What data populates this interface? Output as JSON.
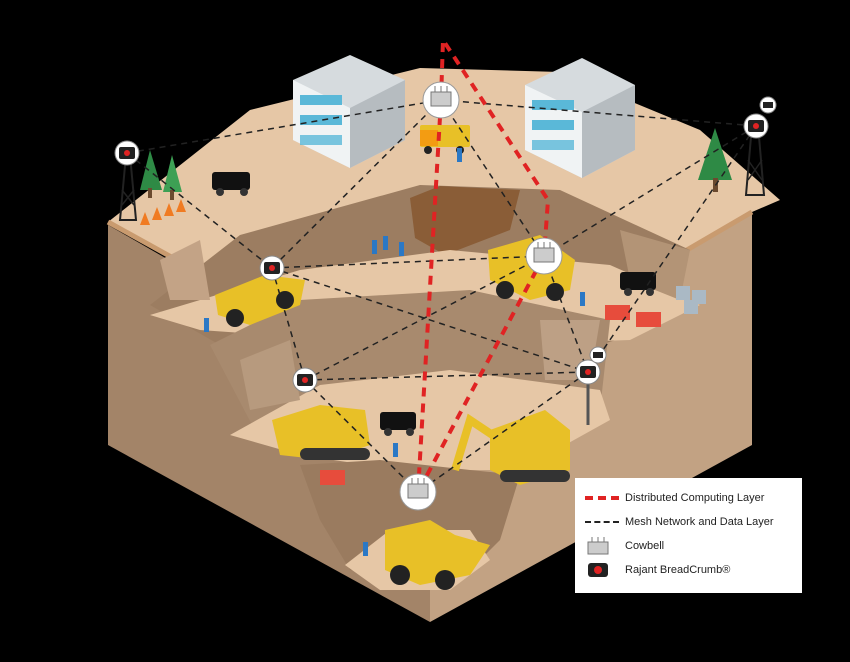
{
  "legend": {
    "items": [
      {
        "label": "Distributed Computing Layer",
        "symbol": "red-dashed-line"
      },
      {
        "label": "Mesh Network and Data Layer",
        "symbol": "black-dashed-line"
      },
      {
        "label": "Cowbell",
        "symbol": "cowbell-icon"
      },
      {
        "label": "Rajant BreadCrumb®",
        "symbol": "breadcrumb-icon"
      }
    ]
  },
  "colors": {
    "background": "#000000",
    "ground_top": "#e8c9a9",
    "rock_side": "#b89a7c",
    "rock_dark": "#8c6f55",
    "distributed_layer": "#e02323",
    "mesh_layer": "#222222",
    "machinery": "#e8c027",
    "building": "#d8dde0",
    "window": "#5ab8d8",
    "tree": "#2e8a45"
  }
}
